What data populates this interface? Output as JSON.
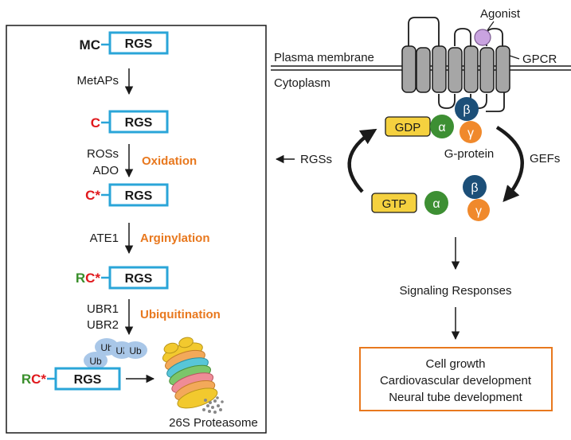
{
  "colors": {
    "rgs_box": "#2aa5d8",
    "orange": "#e8781e",
    "red": "#e0191d",
    "green": "#3a8f2c",
    "gdp_fill": "#f5d13f",
    "alpha": "#3d8f33",
    "beta": "#1c4f78",
    "gamma": "#f0892c",
    "agonist": "#c9a3e0",
    "ubiquitin": "#a9c7e8"
  },
  "pathway": {
    "rgs_label": "RGS",
    "step1": {
      "prefix": "MC"
    },
    "enzyme1": "MetAPs",
    "step2": {
      "prefix": "C"
    },
    "enzyme2_line1": "ROSs",
    "enzyme2_line2": "ADO",
    "process2": "Oxidation",
    "step3": {
      "prefix": "C*"
    },
    "enzyme3": "ATE1",
    "process3": "Arginylation",
    "step4": {
      "prefix_r": "R",
      "prefix_c": "C*"
    },
    "enzyme4_line1": "UBR1",
    "enzyme4_line2": "UBR2",
    "process4": "Ubiquitination",
    "step5": {
      "prefix_r": "R",
      "prefix_c": "C*"
    },
    "ubiquitin_label": "Ub",
    "proteasome_label": "26S Proteasome"
  },
  "gpcr": {
    "agonist_label": "Agonist",
    "receptor_label": "GPCR",
    "membrane_label": "Plasma membrane",
    "cytoplasm_label": "Cytoplasm",
    "gdp_label": "GDP",
    "gtp_label": "GTP",
    "alpha": "α",
    "beta": "β",
    "gamma": "γ",
    "gprotein_label": "G-protein",
    "rgss_label": "RGSs",
    "gefs_label": "GEFs",
    "signaling_label": "Signaling Responses",
    "outcomes": [
      "Cell growth",
      "Cardiovascular development",
      "Neural tube development"
    ]
  }
}
